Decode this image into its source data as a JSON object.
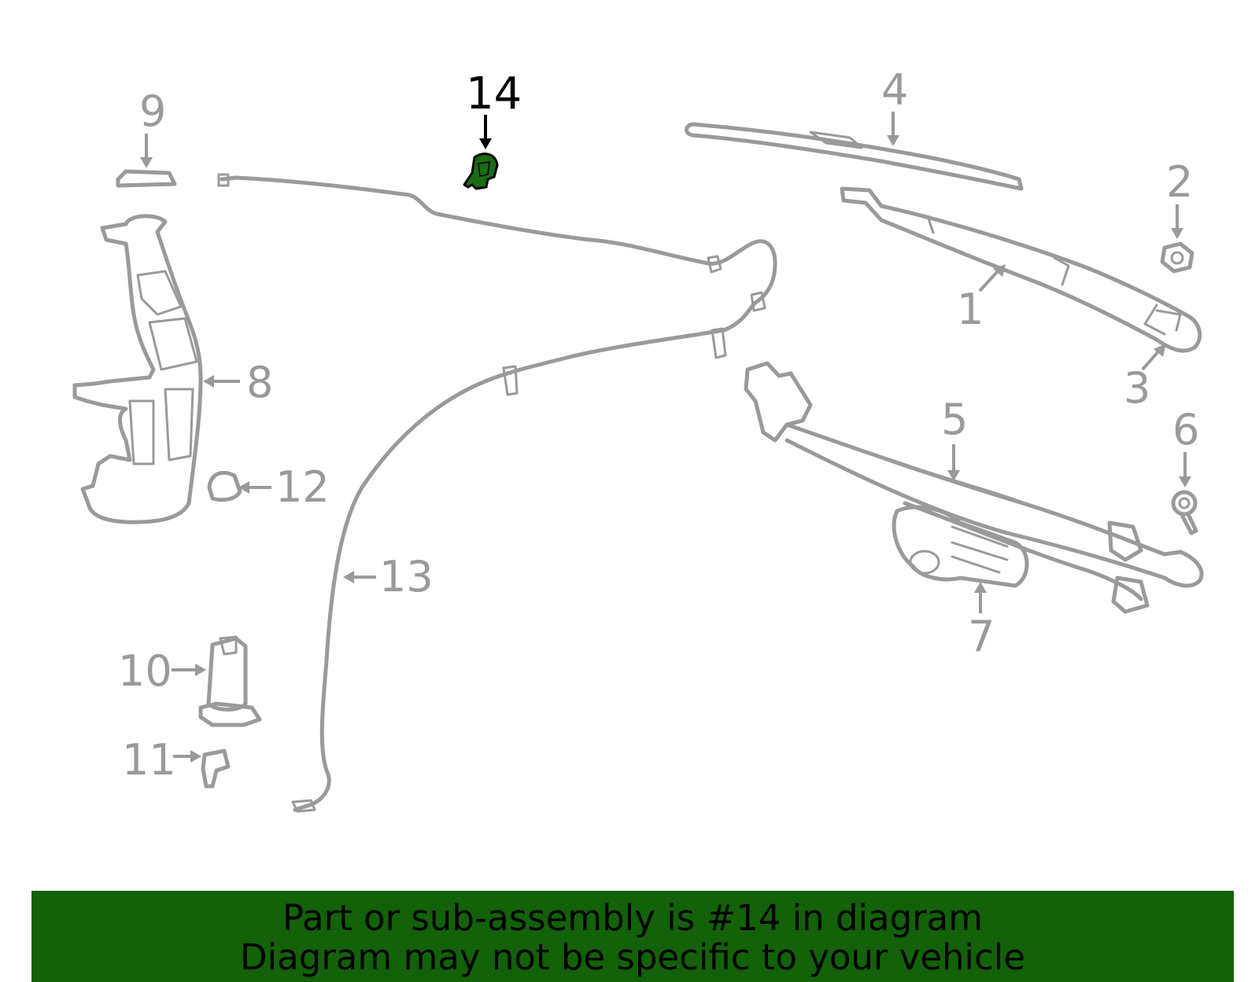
{
  "diagram": {
    "highlighted_part": "14",
    "highlight_color": "#1a6b12",
    "callouts": [
      "1",
      "2",
      "3",
      "4",
      "5",
      "6",
      "7",
      "8",
      "9",
      "10",
      "11",
      "12",
      "13",
      "14"
    ]
  },
  "banner": {
    "line1": "Part or sub-assembly is #14 in diagram",
    "line2": "Diagram may not be specific to your vehicle",
    "background": "#136109"
  }
}
